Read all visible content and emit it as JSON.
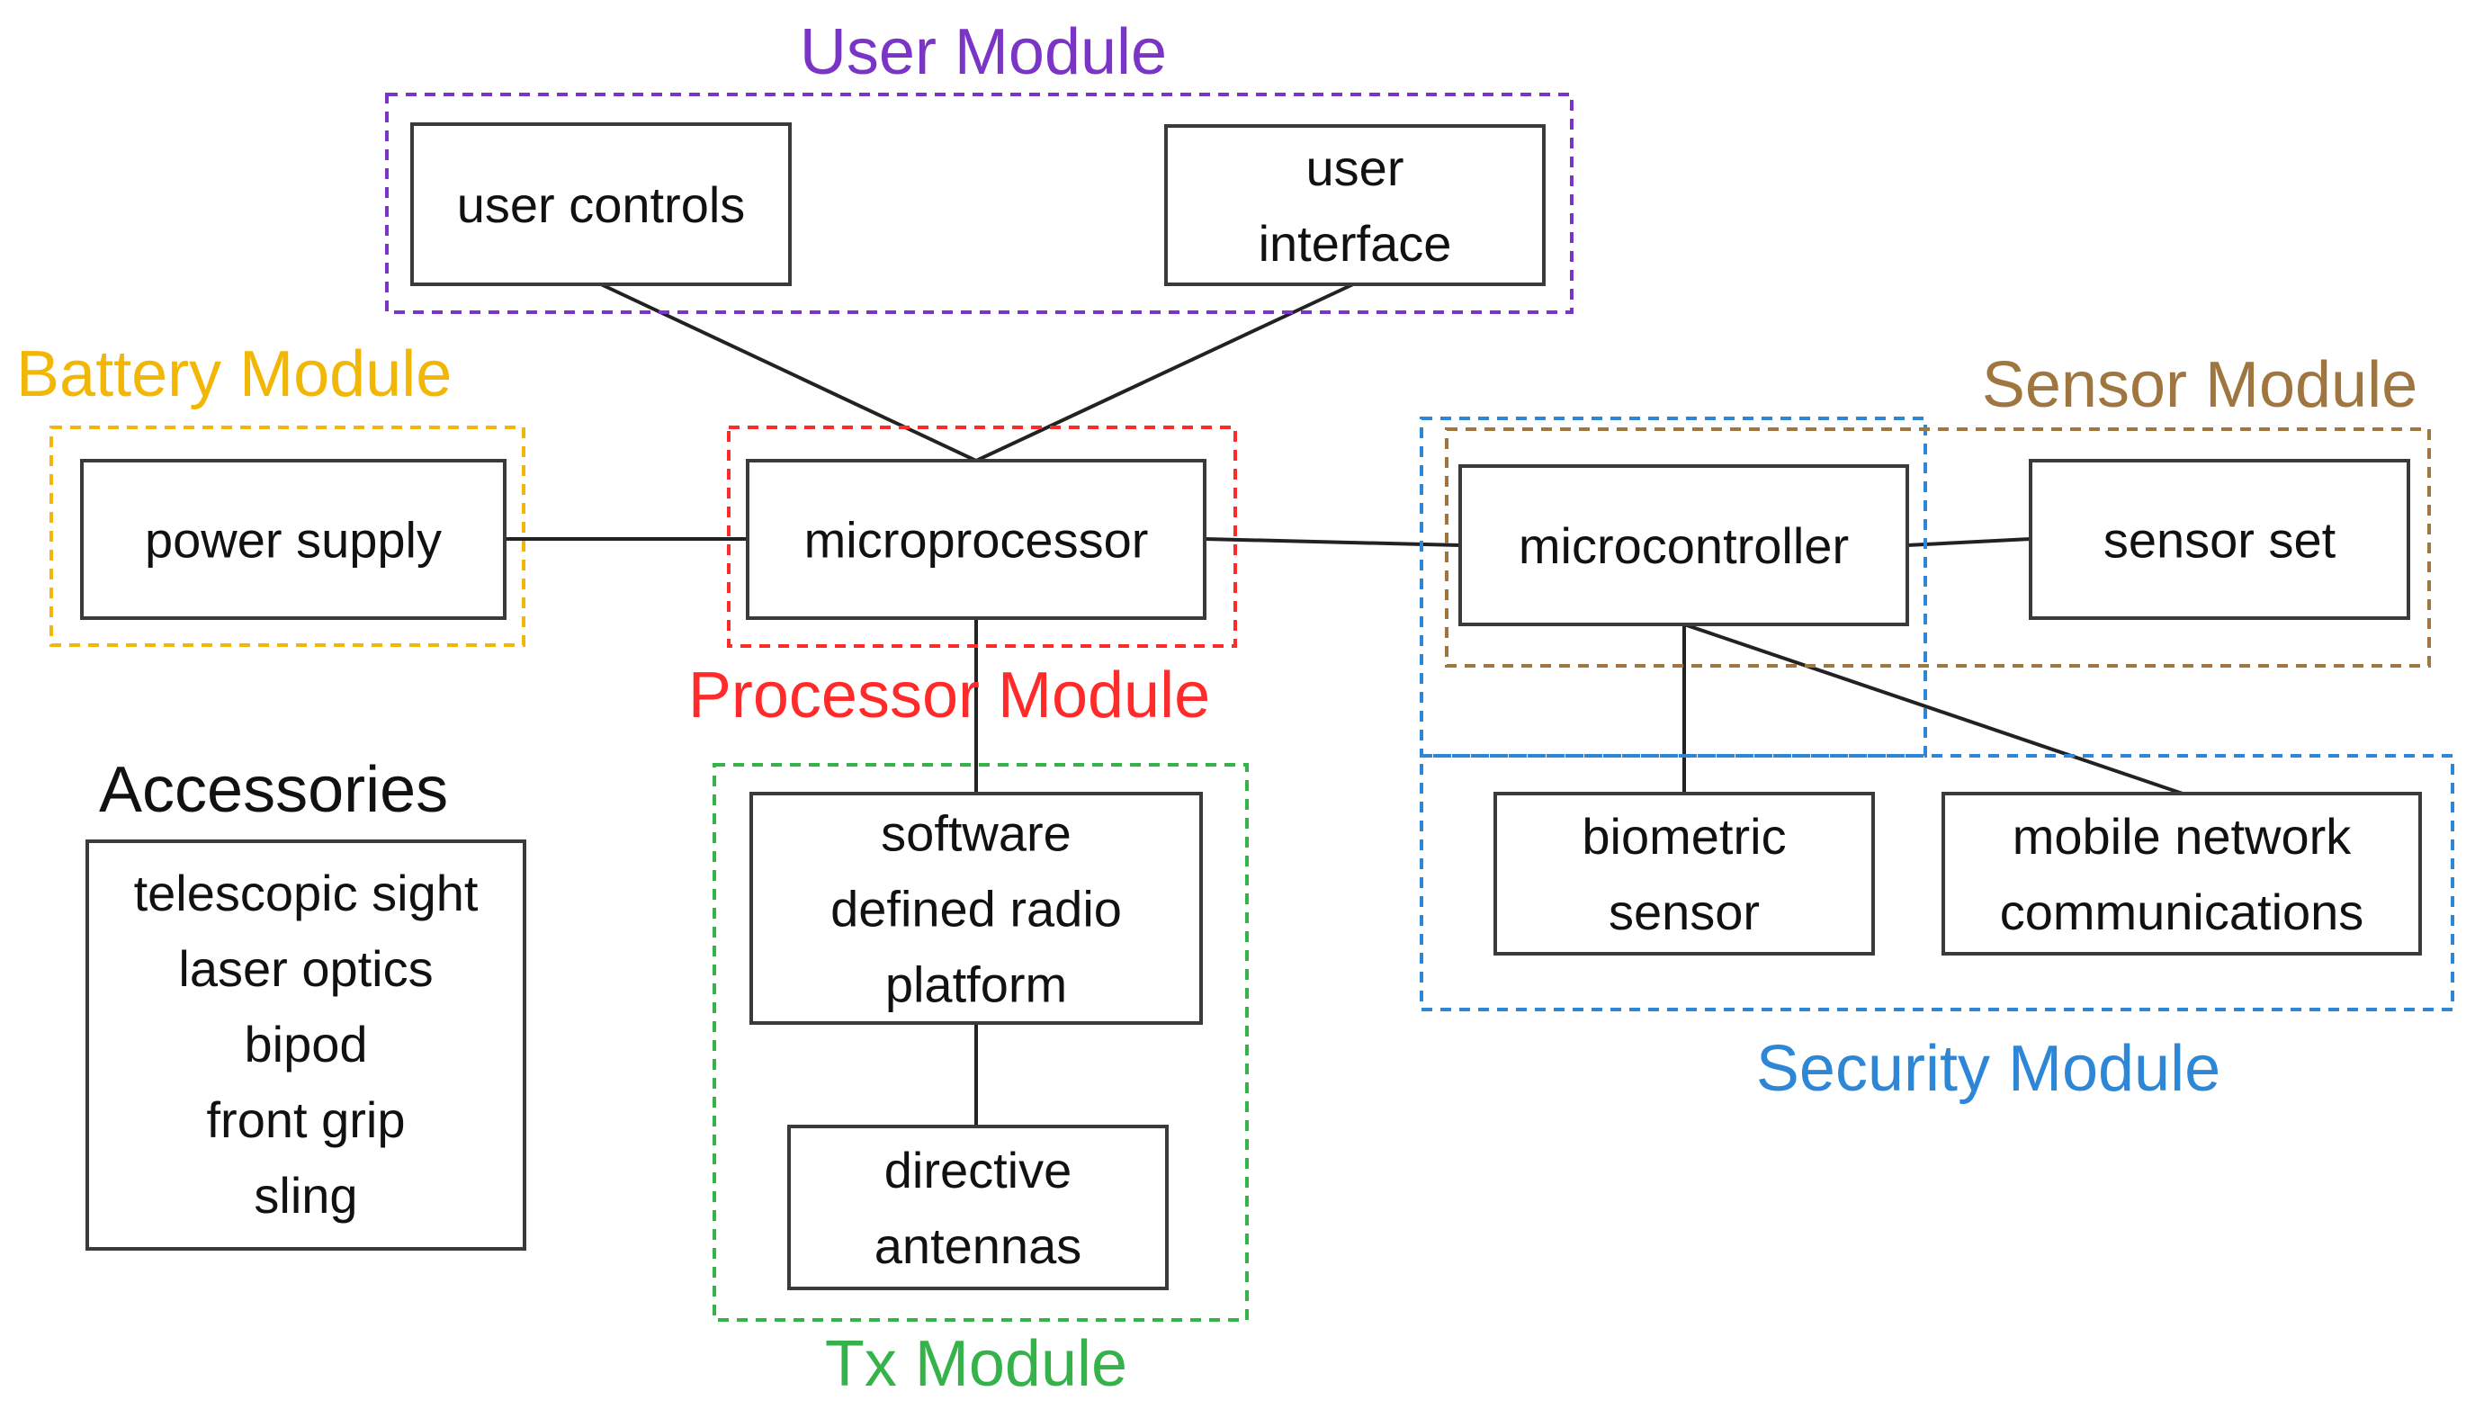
{
  "modules": {
    "user": {
      "label": "User Module",
      "color": "#7a35c6"
    },
    "battery": {
      "label": "Battery Module",
      "color": "#f2b705"
    },
    "processor": {
      "label": "Processor Module",
      "color": "#ff2a2a"
    },
    "sensor": {
      "label": "Sensor Module",
      "color": "#a07640"
    },
    "security": {
      "label": "Security Module",
      "color": "#2e86d6"
    },
    "tx": {
      "label": "Tx Module",
      "color": "#36b24a"
    }
  },
  "nodes": {
    "user_controls": {
      "lines": [
        "user controls"
      ]
    },
    "user_interface": {
      "lines": [
        "user",
        "interface"
      ]
    },
    "power_supply": {
      "lines": [
        "power supply"
      ]
    },
    "microprocessor": {
      "lines": [
        "microprocessor"
      ]
    },
    "microcontroller": {
      "lines": [
        "microcontroller"
      ]
    },
    "sensor_set": {
      "lines": [
        "sensor set"
      ]
    },
    "sdr": {
      "lines": [
        "software",
        "defined radio",
        "platform"
      ]
    },
    "antennas": {
      "lines": [
        "directive",
        "antennas"
      ]
    },
    "biometric": {
      "lines": [
        "biometric",
        "sensor"
      ]
    },
    "mobile": {
      "lines": [
        "mobile network",
        "communications"
      ]
    }
  },
  "accessories": {
    "title": "Accessories",
    "items": [
      "telescopic sight",
      "laser optics",
      "bipod",
      "front grip",
      "sling"
    ]
  }
}
